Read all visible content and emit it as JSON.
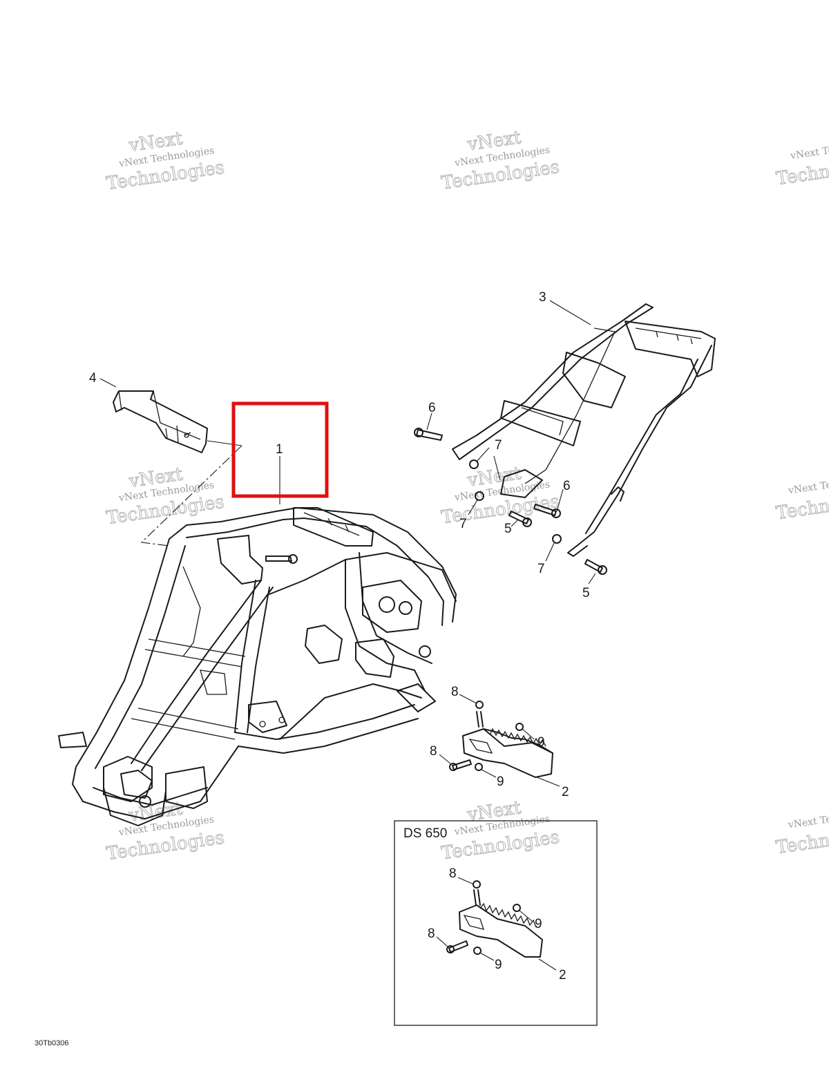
{
  "drawing_code": "30Tb0306",
  "inset": {
    "title": "DS 650"
  },
  "highlight": {
    "color": "#e01010"
  },
  "watermark": {
    "line1": "vNext Technologies",
    "line2": "vNext",
    "line3": "Technologies"
  },
  "callouts": {
    "c1": "1",
    "c2a": "2",
    "c2b": "2",
    "c3": "3",
    "c4": "4",
    "c5a": "5",
    "c5b": "5",
    "c6a": "6",
    "c6b": "6",
    "c7a": "7",
    "c7b": "7",
    "c7c": "7",
    "c8a": "8",
    "c8b": "8",
    "c8c": "8",
    "c8d": "8",
    "c9a": "9",
    "c9b": "9",
    "c9c": "9",
    "c9d": "9"
  }
}
